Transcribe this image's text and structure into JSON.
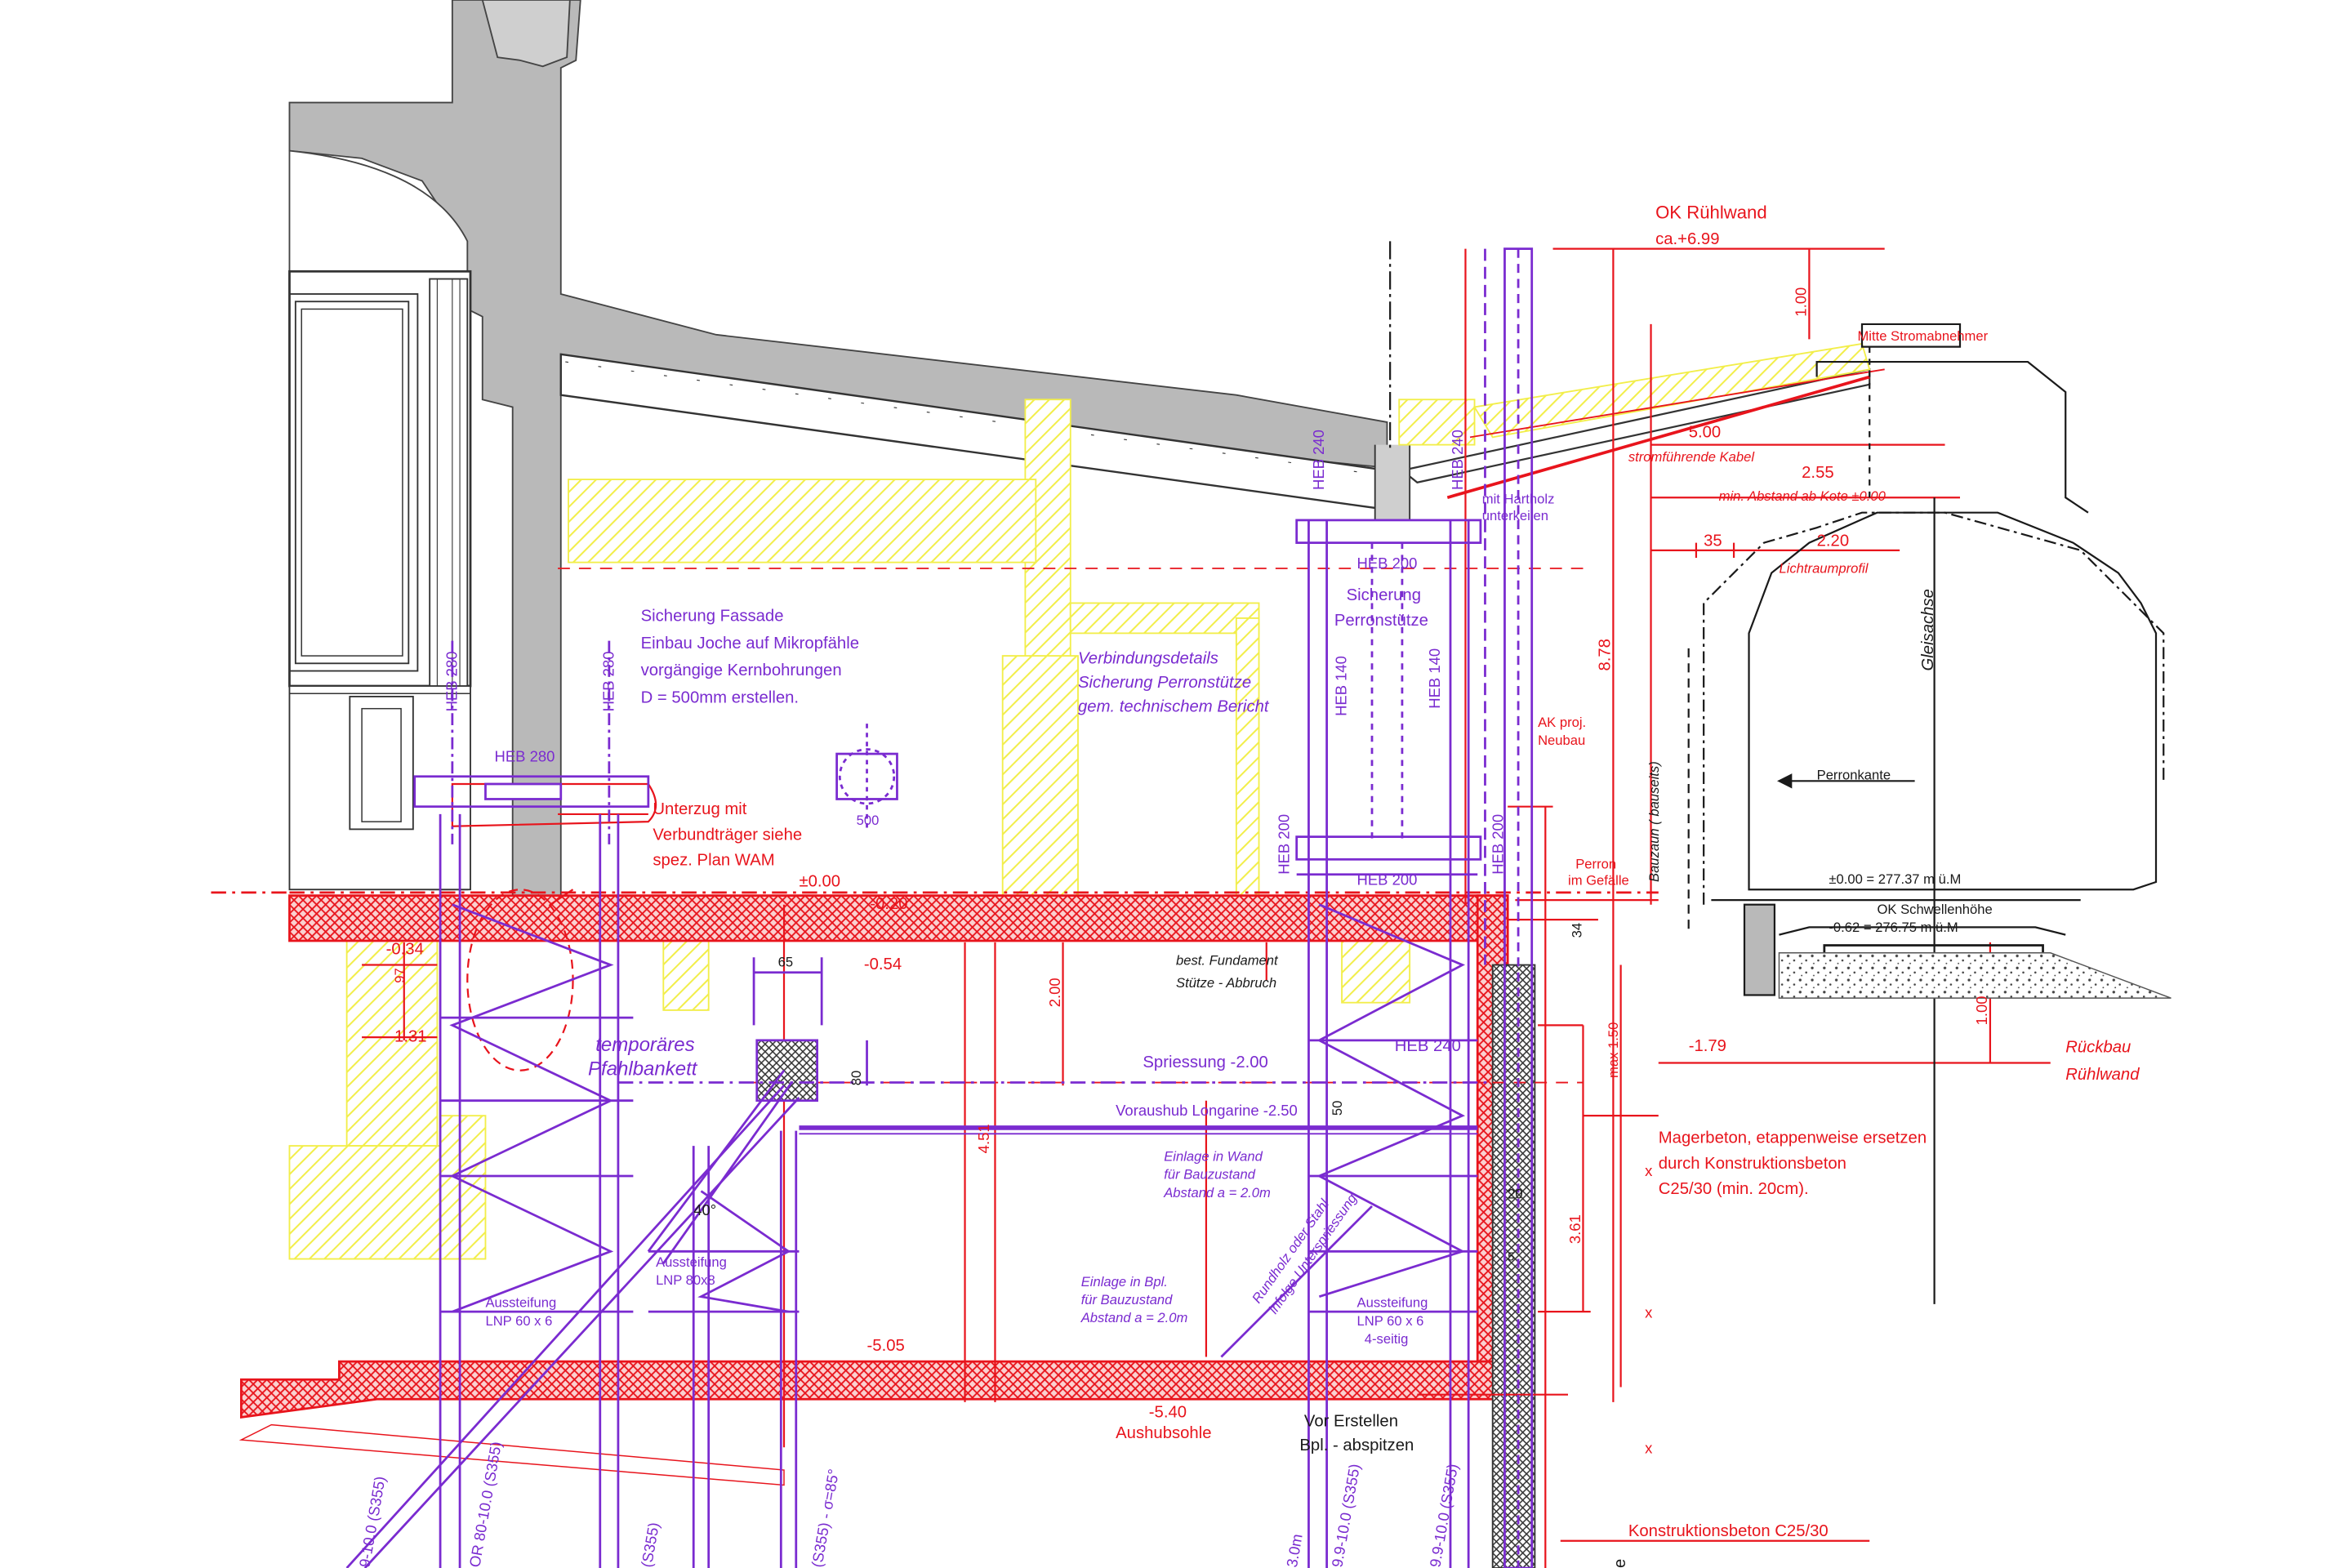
{
  "labels": {
    "ok_ruehlwand": "OK Rühlwand",
    "ok_ruehlwand_level": "ca.+6.99",
    "mitte_stromabnehmer": "Mitte Stromabnehmer",
    "stromfuehrende_kabel": "stromführende Kabel",
    "min_abstand": "min. Abstand ab Kote ±0.00",
    "lichtraumprofil": "Lichtraumprofil",
    "gleisachse": "Gleisachse",
    "perronkante": "Perronkante",
    "bauzaun": "Bauzaun ( bauseits)",
    "level_gleis": "±0.00 = 277.37 m ü.M",
    "ok_schwellenhoehe": "OK Schwellenhöhe",
    "level_schwelle": "-0.62 = 276.75 m ü.M",
    "rueckbau_1": "Rückbau",
    "rueckbau_2": "Rühlwand",
    "magerbeton_1": "Magerbeton, etappenweise ersetzen",
    "magerbeton_2": "durch Konstruktionsbeton",
    "magerbeton_3": "C25/30 (min. 20cm).",
    "konstruktionsbeton": "Konstruktionsbeton C25/30",
    "sicherung_fassade": [
      "Sicherung Fassade",
      "Einbau Joche auf Mikropfähle",
      "vorgängige Kernbohrungen",
      "D = 500mm erstellen."
    ],
    "verbindungsdetails": [
      "Verbindungsdetails",
      "Sicherung Perronstütze",
      "gem. technischem Bericht"
    ],
    "sicherung_perronstuetze": [
      "Sicherung",
      "Perronstütze"
    ],
    "unterzug": [
      "Unterzug mit",
      "Verbundträger siehe",
      "spez. Plan WAM"
    ],
    "temporaeres": [
      "temporäres",
      "Pfahlbankett"
    ],
    "spriessung": "Spriessung -2.00",
    "voraushub": "Voraushub Longarine -2.50",
    "einlage_wand": [
      "Einlage in Wand",
      "für Bauzustand",
      "Abstand a = 2.0m"
    ],
    "einlage_bpl": [
      "Einlage in Bpl.",
      "für Bauzustand",
      "Abstand a = 2.0m"
    ],
    "rundholz": [
      "Rundholz oder Stahl",
      "infolge Unterspriessung"
    ],
    "aussteifung_left": [
      "Aussteifung",
      "LNP 60 x 6"
    ],
    "aussteifung_mid": [
      "Aussteifung",
      "LNP 80x8"
    ],
    "aussteifung_right": [
      "Aussteifung",
      "LNP 60 x 6",
      "4-seitig"
    ],
    "best_fundament": [
      "best. Fundament",
      "Stütze - Abbruch"
    ],
    "vor_erstellen": [
      "Vor Erstellen",
      "Bpl. - abspitzen"
    ],
    "aushubsohle": "Aushubsohle",
    "mit_hartholz": [
      "mit Hartholz",
      "unterkeilen"
    ],
    "ak_proj": [
      "AK proj.",
      "Neubau"
    ],
    "perron": [
      "Perron",
      "im Gefälle"
    ],
    "heb_200_top": "HEB 200",
    "heb_200_bottom": "HEB 200",
    "heb_240_a": "HEB 240",
    "heb_240_b": "HEB 240",
    "heb_240_mid": "HEB 240",
    "heb_280_horizontal": "HEB 280",
    "heb_280_a": "HEB 280",
    "heb_280_b": "HEB 280",
    "heb_140_a": "HEB 140",
    "heb_140_b": "HEB 140",
    "heb_200_v1": "HEB 200",
    "heb_200_v2": "HEB 200",
    "angle_40": "40°",
    "pile_1": "9-10.0 (S355)",
    "pile_2": "OR 80-10.0 (S355)",
    "pile_3": "(S355) - σ=85°",
    "pile_4": "9.9-10.0 (S355)",
    "pile_5": "9.9-10.0 (S355)",
    "pile_6": "(S355)",
    "pile_7": "3.0m"
  },
  "levels": {
    "zero": "±0.00",
    "m020": "-0.20",
    "m034": "-0.34",
    "m054": "-0.54",
    "m131": "-1.31",
    "m179": "-1.79",
    "m505": "-5.05",
    "m540": "-5.40"
  },
  "dimensions": {
    "d100_top": "1.00",
    "d500": "5.00",
    "d255": "2.55",
    "d35": "35",
    "d220": "2.20",
    "d878": "8.78",
    "d500mm": "500",
    "d65": "65",
    "d80": "80",
    "d200": "2.00",
    "d451": "4.51",
    "d97": "97",
    "d34": "34",
    "max150": "max 1.50",
    "d100_right": "1.00",
    "d361": "3.61",
    "d50": "50",
    "d20": "20",
    "x1": "x",
    "x2": "x",
    "x3": "x",
    "d5": "5",
    "e": "e"
  },
  "colors": {
    "red": "#e8141c",
    "purple": "#7a2bd0",
    "yellow": "#f2ee4a",
    "grey": "#b9b9b9",
    "black": "#1a1a1a"
  }
}
